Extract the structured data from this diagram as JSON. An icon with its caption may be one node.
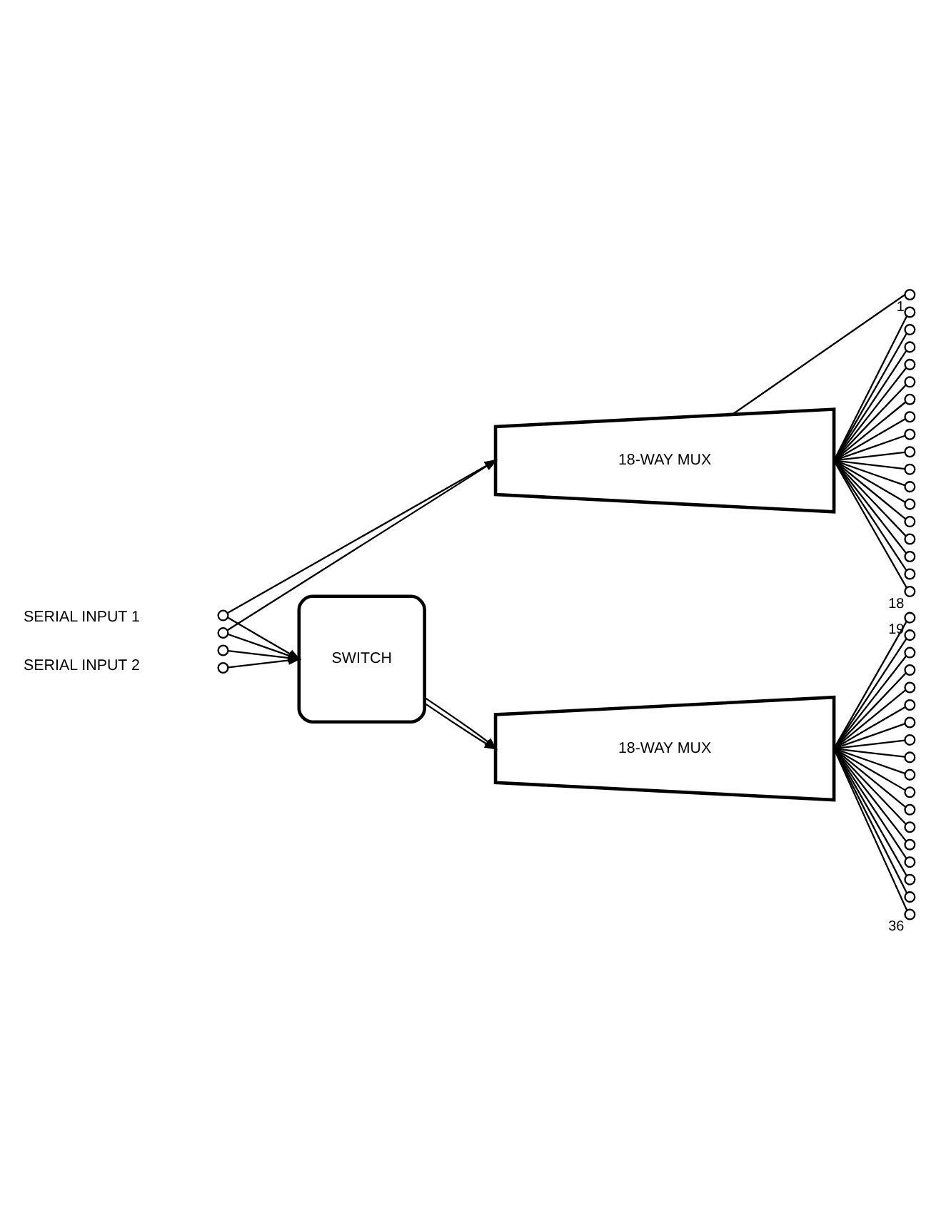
{
  "diagram": {
    "nodes": [
      {
        "text": [],
        "shape": "circle"
      },
      {
        "text": [],
        "shape": "circle"
      },
      {
        "text": [],
        "shape": "circle"
      },
      {
        "text": [],
        "shape": "circle"
      },
      {
        "text": [
          "SWITCH"
        ]
      },
      {
        "text": [
          "18-WAY MUX"
        ]
      },
      {
        "text": [
          "18-WAY MUX"
        ]
      },
      {
        "text": [],
        "shape": "circle",
        "beside": [
          "1"
        ]
      },
      {
        "text": [],
        "shape": "circle"
      },
      {
        "text": [],
        "shape": "circle"
      },
      {
        "text": [],
        "shape": "circle"
      },
      {
        "text": [],
        "shape": "circle"
      },
      {
        "text": [],
        "shape": "circle"
      },
      {
        "text": [],
        "shape": "circle"
      },
      {
        "text": [],
        "shape": "circle"
      },
      {
        "text": [],
        "shape": "circle"
      },
      {
        "text": [],
        "shape": "circle"
      },
      {
        "text": [],
        "shape": "circle"
      },
      {
        "text": [],
        "shape": "circle"
      },
      {
        "text": [],
        "shape": "circle"
      },
      {
        "text": [],
        "shape": "circle"
      },
      {
        "text": [],
        "shape": "circle"
      },
      {
        "text": [],
        "shape": "circle"
      },
      {
        "text": [],
        "shape": "circle"
      },
      {
        "text": [],
        "shape": "circle",
        "beside": [
          "18"
        ]
      },
      {
        "text": [],
        "shape": "circle",
        "beside": [
          "19"
        ]
      },
      {
        "text": [],
        "shape": "circle"
      },
      {
        "text": [],
        "shape": "circle"
      },
      {
        "text": [],
        "shape": "circle"
      },
      {
        "text": [],
        "shape": "circle"
      },
      {
        "text": [],
        "shape": "circle"
      },
      {
        "text": [],
        "shape": "circle"
      },
      {
        "text": [],
        "shape": "circle"
      },
      {
        "text": [],
        "shape": "circle"
      },
      {
        "text": [],
        "shape": "circle"
      },
      {
        "text": [],
        "shape": "circle"
      },
      {
        "text": [],
        "shape": "circle"
      },
      {
        "text": [],
        "shape": "circle"
      },
      {
        "text": [],
        "shape": "circle"
      },
      {
        "text": [],
        "shape": "circle"
      },
      {
        "text": [],
        "shape": "circle"
      },
      {
        "text": [],
        "shape": "circle"
      },
      {
        "text": [],
        "shape": "circle",
        "beside": [
          "36"
        ]
      }
    ],
    "edges": [
      {
        "from": 0,
        "to": 5,
        "arrow": "to"
      },
      {
        "from": 0,
        "to": 4,
        "arrow": "to"
      },
      {
        "from": 1,
        "to": 5,
        "arrow": "to"
      },
      {
        "from": 1,
        "to": 4,
        "arrow": "to"
      },
      {
        "from": 2,
        "to": 4,
        "arrow": "to"
      },
      {
        "from": 3,
        "to": 4,
        "arrow": "to"
      },
      {
        "from": 4,
        "to": 6,
        "arrow": "to"
      },
      {
        "from": 4,
        "to": 6,
        "arrow": "to"
      },
      {
        "from": 5,
        "to": 7,
        "arrow": "none"
      },
      {
        "from": 5,
        "to": 8,
        "arrow": "none"
      },
      {
        "from": 5,
        "to": 9,
        "arrow": "none"
      },
      {
        "from": 5,
        "to": 10,
        "arrow": "none"
      },
      {
        "from": 5,
        "to": 11,
        "arrow": "none"
      },
      {
        "from": 5,
        "to": 12,
        "arrow": "none"
      },
      {
        "from": 5,
        "to": 13,
        "arrow": "none"
      },
      {
        "from": 5,
        "to": 14,
        "arrow": "none"
      },
      {
        "from": 5,
        "to": 15,
        "arrow": "none"
      },
      {
        "from": 5,
        "to": 16,
        "arrow": "none"
      },
      {
        "from": 5,
        "to": 17,
        "arrow": "none"
      },
      {
        "from": 5,
        "to": 18,
        "arrow": "none"
      },
      {
        "from": 5,
        "to": 19,
        "arrow": "none"
      },
      {
        "from": 5,
        "to": 20,
        "arrow": "none"
      },
      {
        "from": 5,
        "to": 21,
        "arrow": "none"
      },
      {
        "from": 5,
        "to": 22,
        "arrow": "none"
      },
      {
        "from": 5,
        "to": 23,
        "arrow": "none"
      },
      {
        "from": 5,
        "to": 24,
        "arrow": "none"
      },
      {
        "from": 6,
        "to": 25,
        "arrow": "none"
      },
      {
        "from": 6,
        "to": 26,
        "arrow": "none"
      },
      {
        "from": 6,
        "to": 27,
        "arrow": "none"
      },
      {
        "from": 6,
        "to": 28,
        "arrow": "none"
      },
      {
        "from": 6,
        "to": 29,
        "arrow": "none"
      },
      {
        "from": 6,
        "to": 30,
        "arrow": "none"
      },
      {
        "from": 6,
        "to": 31,
        "arrow": "none"
      },
      {
        "from": 6,
        "to": 32,
        "arrow": "none"
      },
      {
        "from": 6,
        "to": 33,
        "arrow": "none"
      },
      {
        "from": 6,
        "to": 34,
        "arrow": "none"
      },
      {
        "from": 6,
        "to": 35,
        "arrow": "none"
      },
      {
        "from": 6,
        "to": 36,
        "arrow": "none"
      },
      {
        "from": 6,
        "to": 37,
        "arrow": "none"
      },
      {
        "from": 6,
        "to": 38,
        "arrow": "none"
      },
      {
        "from": 6,
        "to": 39,
        "arrow": "none"
      },
      {
        "from": 6,
        "to": 40,
        "arrow": "none"
      },
      {
        "from": 6,
        "to": 41,
        "arrow": "none"
      },
      {
        "from": 6,
        "to": 42,
        "arrow": "none"
      }
    ],
    "labels": [
      "SERIAL INPUT 1",
      "SERIAL INPUT 2"
    ]
  }
}
